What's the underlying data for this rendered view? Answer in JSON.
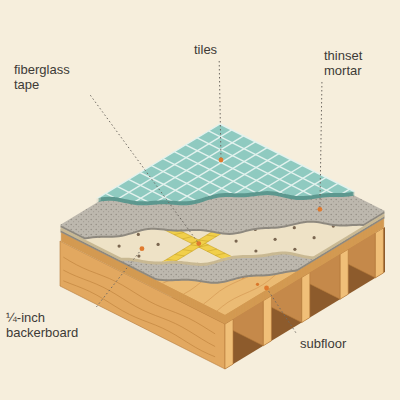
{
  "diagram": {
    "labels": [
      "fiberglass tape",
      "tiles",
      "thinset mortar",
      "¼-inch backerboard",
      "subfloor"
    ]
  }
}
